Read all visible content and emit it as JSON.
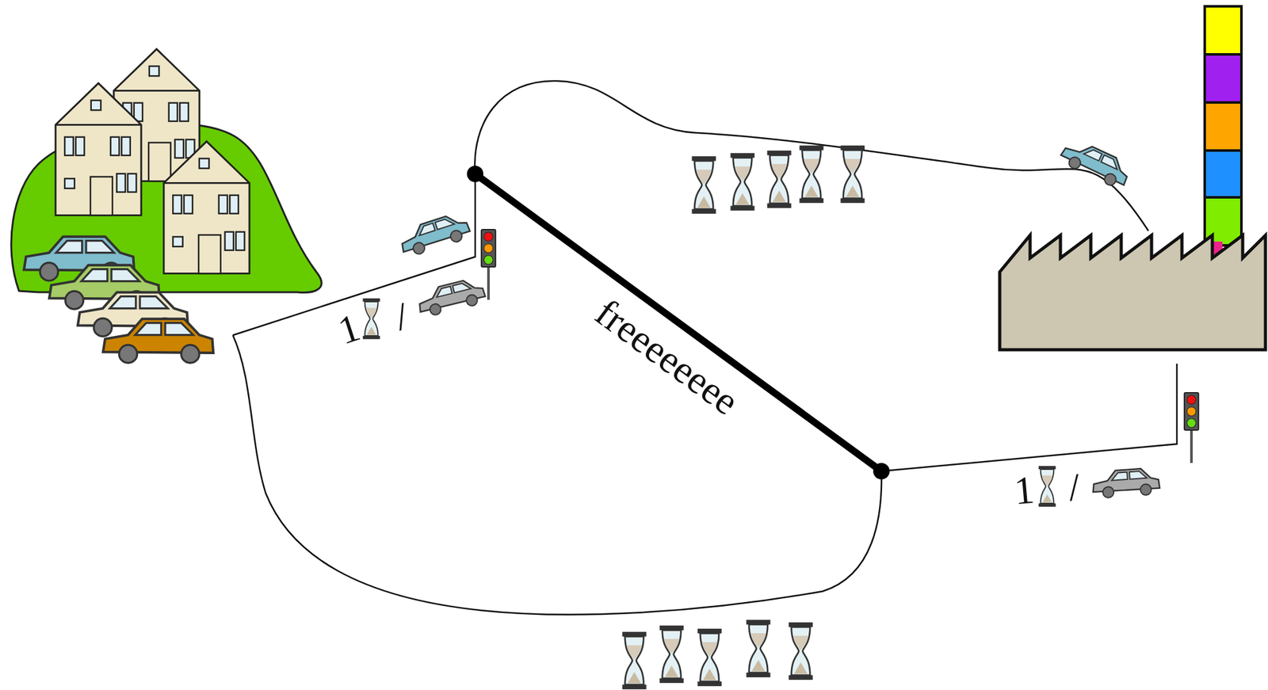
{
  "diagram": {
    "labels": [
      "1",
      "/",
      "freeeeeeee",
      "1",
      "/"
    ]
  }
}
